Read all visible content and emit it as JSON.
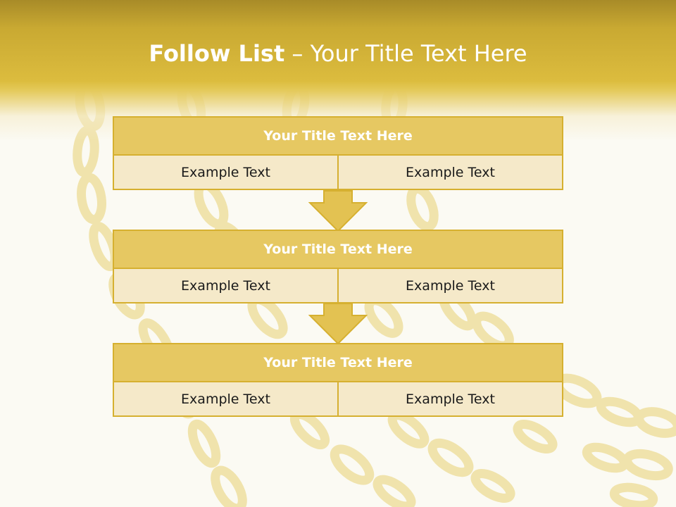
{
  "slide": {
    "title_bold": "Follow List",
    "title_rest": " – Your Title Text Here"
  },
  "blocks": [
    {
      "title": "Your Title Text Here",
      "left": "Example Text",
      "right": "Example Text"
    },
    {
      "title": "Your Title Text Here",
      "left": "Example Text",
      "right": "Example Text"
    },
    {
      "title": "Your Title Text Here",
      "left": "Example Text",
      "right": "Example Text"
    }
  ],
  "colors": {
    "header_gold": "#dcbc3e",
    "block_title_fill": "#e6c862",
    "block_cell_fill": "#f5e9c9",
    "border_gold": "#d6b030"
  }
}
